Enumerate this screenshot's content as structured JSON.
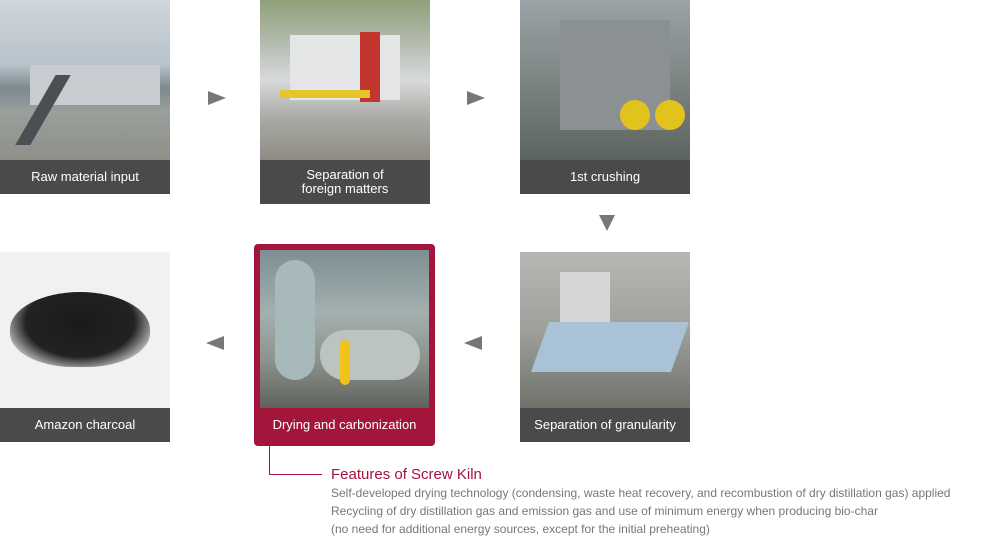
{
  "steps": [
    {
      "label": "Raw material input"
    },
    {
      "label": "Separation of\nforeign matters",
      "line1": "Separation of",
      "line2": "foreign matters"
    },
    {
      "label": "1st crushing"
    },
    {
      "label": "Separation of granularity"
    },
    {
      "label": "Drying and carbonization"
    },
    {
      "label": "Amazon charcoal"
    }
  ],
  "features": {
    "title": "Features of Screw Kiln",
    "lines": [
      "Self-developed drying technology (condensing, waste heat recovery, and recombustion of dry distillation gas) applied",
      "Recycling of dry distillation gas and emission gas and use of minimum energy when producing bio-char",
      "(no need for additional energy sources, except for the initial preheating)"
    ]
  },
  "colors": {
    "accent": "#a3153b",
    "caption_bg": "#4a4a4a",
    "arrow": "#777777"
  }
}
